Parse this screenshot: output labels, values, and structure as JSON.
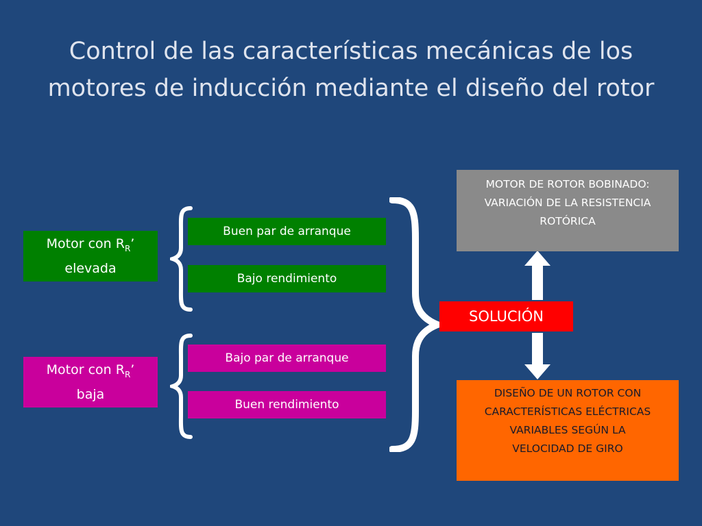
{
  "title": {
    "line1": "Control de las características mecánicas de los",
    "line2": "motores de inducción mediante el diseño del rotor"
  },
  "motor_high": {
    "prefix": "Motor con  R",
    "subscript": "R",
    "suffix": "’",
    "line2": "elevada",
    "color": "#008000"
  },
  "motor_low": {
    "prefix": "Motor con  R",
    "subscript": "R",
    "suffix": "’",
    "line2": "baja",
    "color": "#c9009c"
  },
  "high_traits": [
    "Buen par de arranque",
    "Bajo rendimiento"
  ],
  "low_traits": [
    "Bajo par de arranque",
    "Buen rendimiento"
  ],
  "solution": {
    "label": "SOLUCIÓN",
    "color": "#ff0000"
  },
  "wound_rotor": {
    "lines": [
      "MOTOR DE ROTOR BOBINADO:",
      "VARIACIÓN DE LA RESISTENCIA",
      "ROTÓRICA"
    ],
    "color": "#8a8a8a"
  },
  "rotor_design": {
    "lines": [
      "DISEÑO DE UN ROTOR CON",
      "CARACTERÍSTICAS ELÉCTRICAS",
      "VARIABLES SEGÚN LA",
      "VELOCIDAD DE GIRO"
    ],
    "color": "#ff6600"
  },
  "icons": {
    "brace_high": "left-curly-brace-icon",
    "brace_low": "left-curly-brace-icon",
    "brace_big": "right-curly-brace-icon",
    "arrow_up": "arrow-up-icon",
    "arrow_down": "arrow-down-icon"
  }
}
